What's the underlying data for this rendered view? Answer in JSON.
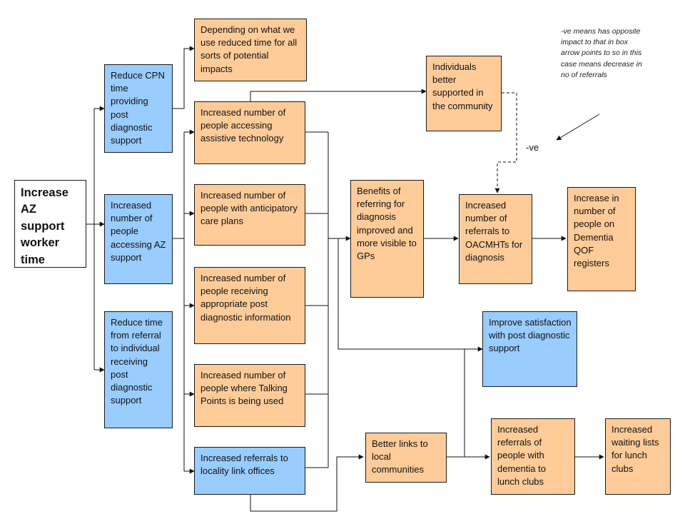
{
  "root": {
    "label": "Increase AZ support worker time"
  },
  "column1": {
    "reduce_cpn": "Reduce CPN time providing post diagnostic support",
    "increase_accessing_az": "Increased number of people accessing AZ support",
    "reduce_referral_time": "Reduce time from referral to individual receiving post diagnostic support"
  },
  "column2": {
    "depending": "Depending on what we use reduced time for all sorts of potential impacts",
    "assistive_tech": "Increased number of people accessing assistive technology",
    "anticipatory_care": "Increased number of people with anticipatory care plans",
    "post_diag_info": "Increased number of people receiving appropriate post diagnostic information",
    "talking_points": "Increased number of people where Talking Points is being used",
    "locality_link": "Increased referrals to locality link offices"
  },
  "column3": {
    "individuals_supported": "Individuals better supported in the community",
    "benefits_referring": "Benefits of referring for diagnosis improved and more visible to GPs",
    "better_links": "Better links to local communities"
  },
  "column4": {
    "referrals_oacmhts": "Increased number of referrals to OACMHTs for diagnosis",
    "improve_satisfaction": "Improve satisfaction with post diagnostic support",
    "lunch_club_referrals": "Increased referrals of people with dementia to lunch clubs"
  },
  "column5": {
    "qof_registers": "Increase in number of people on Dementia QOF registers",
    "waiting_lists": "Increased waiting lists for lunch clubs"
  },
  "annotation": {
    "note": "-ve means has opposite impact to that in box arrow points to so in this case means decrease in no of referrals",
    "negative_label": "-ve"
  },
  "colors": {
    "outcome_box": "#ffcc99",
    "action_box": "#99ccff",
    "root_box": "#ffffff",
    "line": "#111111"
  }
}
